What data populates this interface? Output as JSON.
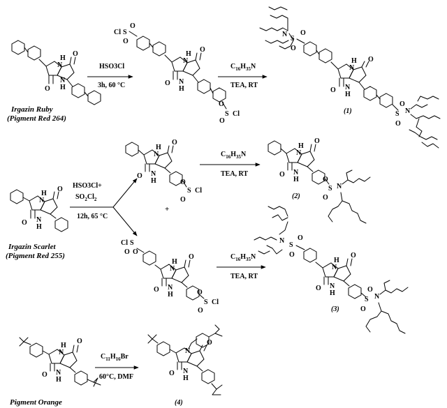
{
  "atoms": {
    "h": "H",
    "n": "N",
    "o": "O",
    "s": "S",
    "cl": "Cl",
    "so2cl": "S",
    "ring_h": "H"
  },
  "formulas": {
    "c16_c": "C",
    "c16_sub": "16",
    "c16_h": "H",
    "c16_hsub": "35",
    "c16_n": "N",
    "c11_c": "C",
    "c11_sub": "11",
    "c11_h": "H",
    "c11_hsub": "16",
    "c11_br": "Br",
    "so2cl2_a": "SO",
    "so2cl2_sub1": "2",
    "so2cl2_b": "Cl",
    "so2cl2_sub2": "2"
  },
  "conditions": {
    "r1_top": "HSO3Cl",
    "r1_bottom": "3h, 60 °C",
    "r2_top": "C16H35N",
    "r2_bottom": "TEA, RT",
    "r3_top_a": "HSO3Cl+",
    "r3_bottom": "12h, 65 °C",
    "r4_bottom": "TEA, RT",
    "r5_bottom": "TEA, RT",
    "r6_bottom": "60°C, DMF"
  },
  "names": {
    "ruby_1": "Irgazin Ruby",
    "ruby_2": "(Pigment Red 264)",
    "scarlet_1": "Irgazin Scarlet",
    "scarlet_2": "(Pigment Red 255)",
    "orange": "Pigment Orange"
  },
  "compounds": {
    "c1": "(1)",
    "c2": "(2)",
    "c3": "(3)",
    "c4": "(4)"
  },
  "plus": "+"
}
